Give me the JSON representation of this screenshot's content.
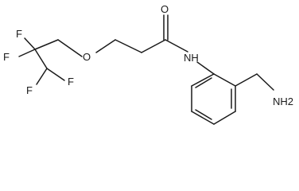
{
  "molecule": {
    "atoms": {
      "f1": "F",
      "f2": "F",
      "f3": "F",
      "f4": "F",
      "o_ether": "O",
      "o_carbonyl": "O",
      "nh": "NH",
      "nh2": "NH2"
    }
  }
}
